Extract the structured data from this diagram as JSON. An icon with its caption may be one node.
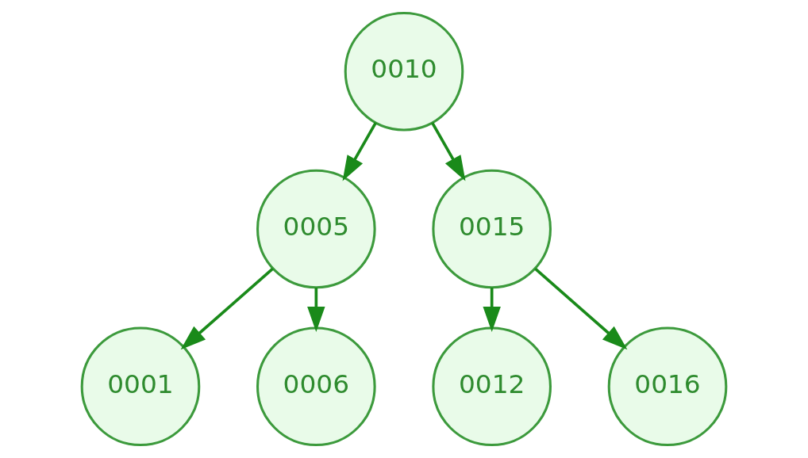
{
  "diagram": {
    "nodes": [
      {
        "text": [
          "0010"
        ]
      },
      {
        "text": [
          "0005"
        ]
      },
      {
        "text": [
          "0015"
        ]
      },
      {
        "text": [
          "0001"
        ]
      },
      {
        "text": [
          "0006"
        ]
      },
      {
        "text": [
          "0012"
        ]
      },
      {
        "text": [
          "0016"
        ]
      }
    ],
    "edges": [
      {
        "from": 0,
        "to": 1,
        "arrow": "to"
      },
      {
        "from": 0,
        "to": 2,
        "arrow": "to"
      },
      {
        "from": 1,
        "to": 3,
        "arrow": "to"
      },
      {
        "from": 1,
        "to": 4,
        "arrow": "to"
      },
      {
        "from": 2,
        "to": 5,
        "arrow": "to"
      },
      {
        "from": 2,
        "to": 6,
        "arrow": "to"
      }
    ]
  }
}
